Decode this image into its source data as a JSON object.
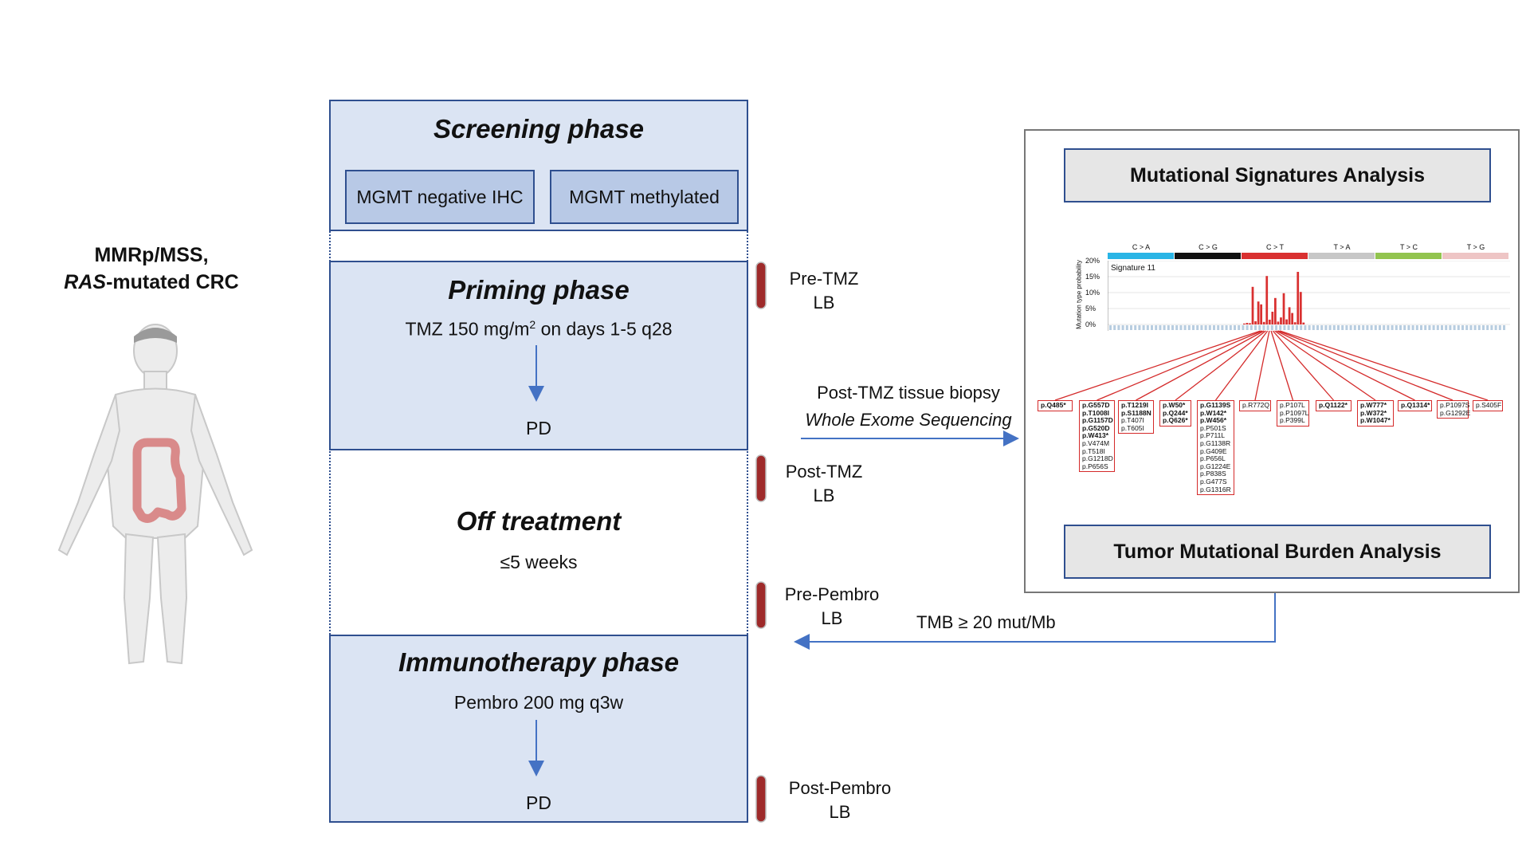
{
  "patient": {
    "line1": "MMRp/MSS,",
    "line2_italic": "RAS",
    "line2_rest": "-mutated CRC"
  },
  "screening": {
    "title": "Screening phase",
    "box1": "MGMT negative IHC",
    "box2": "MGMT methylated"
  },
  "priming": {
    "title": "Priming phase",
    "dose_a": "TMZ 150 mg/m",
    "dose_sup": "2",
    "dose_b": " on days 1-5 q28",
    "outcome": "PD"
  },
  "off_treatment": {
    "title": "Off treatment",
    "duration": "≤5 weeks"
  },
  "immunotherapy": {
    "title": "Immunotherapy phase",
    "dose": "Pembro 200 mg q3w",
    "outcome": "PD"
  },
  "liquid_biopsies": [
    {
      "line1": "Pre-TMZ",
      "line2": "LB"
    },
    {
      "line1": "Post-TMZ",
      "line2": "LB"
    },
    {
      "line1": "Pre-Pembro",
      "line2": "LB"
    },
    {
      "line1": "Post-Pembro",
      "line2": "LB"
    }
  ],
  "biopsy": {
    "line1": "Post-TMZ tissue biopsy",
    "line2": "Whole Exome Sequencing"
  },
  "tmb_threshold": "TMB ≥ 20 mut/Mb",
  "analysis": {
    "signatures_title": "Mutational Signatures Analysis",
    "tmb_title": "Tumor Mutational Burden Analysis"
  },
  "signature_plot": {
    "signature_name": "Signature 11",
    "ylabel": "Mutation type probability",
    "yticks": [
      "20%",
      "15%",
      "10%",
      "5%",
      "0%"
    ],
    "categories": [
      {
        "label": "C > A",
        "color": "#29b5e6"
      },
      {
        "label": "C > G",
        "color": "#111111"
      },
      {
        "label": "C > T",
        "color": "#d93030"
      },
      {
        "label": "T > A",
        "color": "#c7c7c7"
      },
      {
        "label": "T > C",
        "color": "#92c44f"
      },
      {
        "label": "T > G",
        "color": "#eec5c5"
      }
    ],
    "ct_bar_values": [
      0.3,
      0.5,
      0.4,
      11.8,
      1.0,
      7.2,
      6.3,
      0.8,
      15.2,
      1.5,
      4.0,
      8.3,
      0.9,
      2.2,
      9.8,
      1.6,
      5.4,
      3.6,
      0.7,
      16.5,
      10.2,
      0.6
    ]
  },
  "mutations": [
    {
      "bold": [
        "p.Q485*"
      ],
      "normal": []
    },
    {
      "bold": [
        "p.G557D",
        "p.T1008I",
        "p.G1157D",
        "p.G520D",
        "p.W413*"
      ],
      "normal": [
        "p.V474M",
        "p.T518I",
        "p.G1218D",
        "p.P656S"
      ]
    },
    {
      "bold": [
        "p.T1219I",
        "p.S1188N"
      ],
      "normal": [
        "p.T407I",
        "p.T605I"
      ]
    },
    {
      "bold": [
        "p.W50*",
        "p.Q244*",
        "p.Q626*"
      ],
      "normal": []
    },
    {
      "bold": [
        "p.G1139S",
        "p.W142*",
        "p.W456*"
      ],
      "normal": [
        "p.P501S",
        "p.P711L",
        "p.G1138R",
        "p.G409E",
        "p.P656L",
        "p.G1224E",
        "p.P838S",
        "p.G477S",
        "p.G1316R"
      ]
    },
    {
      "bold": [],
      "normal": [
        "p.R772Q"
      ]
    },
    {
      "bold": [],
      "normal": [
        "p.P107L",
        "p.P1097L",
        "p.P399L"
      ]
    },
    {
      "bold": [
        "p.Q1122*"
      ],
      "normal": []
    },
    {
      "bold": [
        "p.W777*",
        "p.W372*",
        "p.W1047*"
      ],
      "normal": []
    },
    {
      "bold": [
        "p.Q1314*"
      ],
      "normal": []
    },
    {
      "bold": [],
      "normal": [
        "p.P1097S",
        "p.G1292E"
      ]
    },
    {
      "bold": [],
      "normal": [
        "p.S405F"
      ]
    }
  ],
  "colors": {
    "box_fill": "#dbe4f3",
    "box_border": "#2f4f8f",
    "inner_box_fill": "#b8c9e6",
    "arrow": "#4472c4",
    "blood_tube": "#9e2a2a",
    "mutation_red": "#d42a2a"
  }
}
